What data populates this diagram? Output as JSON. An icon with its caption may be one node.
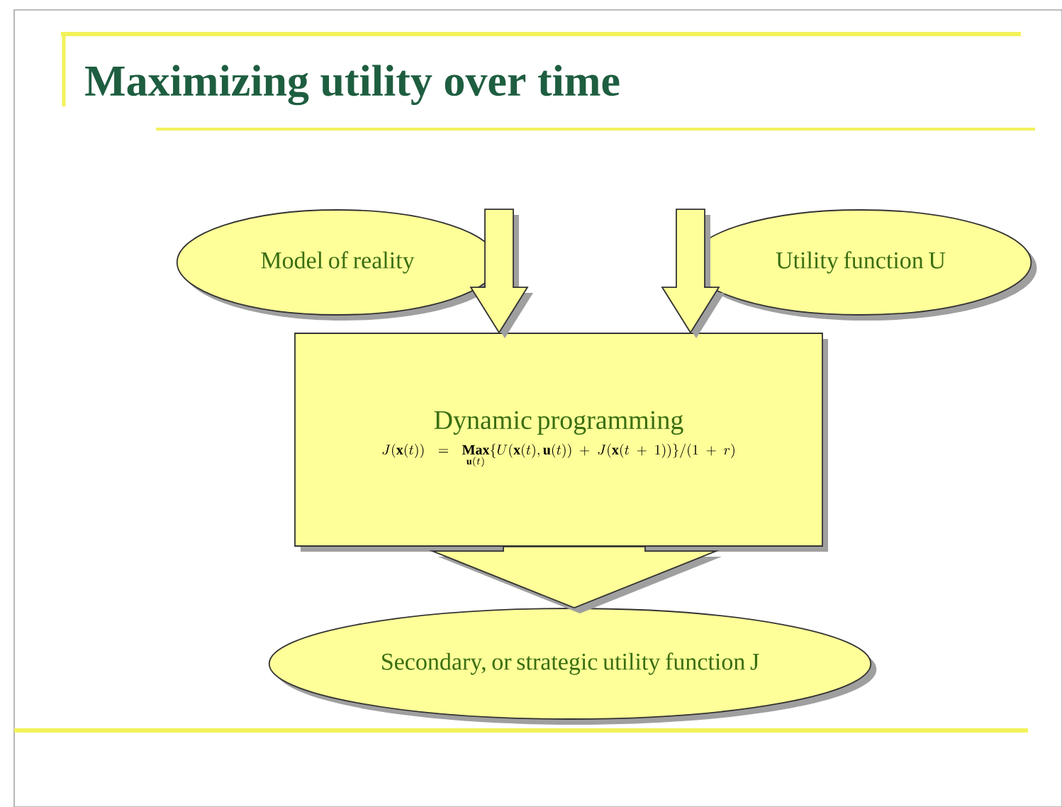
{
  "diagram": {
    "title": "Maximizing utility over time",
    "nodes": [
      {
        "text": [
          "Model of reality"
        ]
      },
      {
        "text": [
          "Utility function U"
        ]
      },
      {
        "text": [
          "Dynamic programming",
          "J(\\mathbf{x}(t)) = \\mathop{\\mathbf{Max}}\\limits_{\\mathbf{u}(t)} \\{U(\\mathbf{x}(t),\\mathbf{u}(t)) + J(\\mathbf{x}(t+1))\\}/(1+r)"
        ]
      },
      {
        "text": [
          "Secondary, or strategic utility function J"
        ]
      }
    ],
    "edges": [
      {
        "from": 0,
        "to": 2,
        "arrow": "to"
      },
      {
        "from": 1,
        "to": 2,
        "arrow": "to"
      },
      {
        "from": 2,
        "to": 3,
        "arrow": "to"
      }
    ]
  }
}
